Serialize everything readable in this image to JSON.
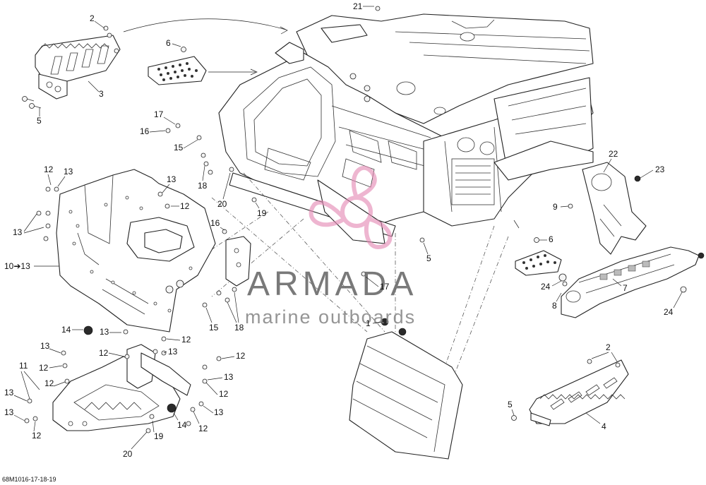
{
  "diagram": {
    "reference_code": "68M1016-17-18-19",
    "watermark": {
      "brand": "ARMADA",
      "tagline": "marine outboards",
      "logo": "pink-propeller-logo"
    },
    "callouts": [
      {
        "label": "21"
      },
      {
        "label": "2"
      },
      {
        "label": "6"
      },
      {
        "label": "3"
      },
      {
        "label": "5"
      },
      {
        "label": "17"
      },
      {
        "label": "16"
      },
      {
        "label": "15"
      },
      {
        "label": "18"
      },
      {
        "label": "20"
      },
      {
        "label": "19"
      },
      {
        "label": "12"
      },
      {
        "label": "13"
      },
      {
        "label": "13"
      },
      {
        "label": "12"
      },
      {
        "label": "13"
      },
      {
        "label": "10➔13"
      },
      {
        "label": "16"
      },
      {
        "label": "15"
      },
      {
        "label": "18"
      },
      {
        "label": "17"
      },
      {
        "label": "1"
      },
      {
        "label": "5"
      },
      {
        "label": "14"
      },
      {
        "label": "13"
      },
      {
        "label": "13"
      },
      {
        "label": "12"
      },
      {
        "label": "12"
      },
      {
        "label": "12"
      },
      {
        "label": "11"
      },
      {
        "label": "13"
      },
      {
        "label": "12"
      },
      {
        "label": "13"
      },
      {
        "label": "13"
      },
      {
        "label": "12"
      },
      {
        "label": "12"
      },
      {
        "label": "12"
      },
      {
        "label": "13"
      },
      {
        "label": "14"
      },
      {
        "label": "19"
      },
      {
        "label": "20"
      },
      {
        "label": "22"
      },
      {
        "label": "23"
      },
      {
        "label": "9"
      },
      {
        "label": "6"
      },
      {
        "label": "24"
      },
      {
        "label": "8"
      },
      {
        "label": "7"
      },
      {
        "label": "24"
      },
      {
        "label": "2"
      },
      {
        "label": "5"
      },
      {
        "label": "4"
      },
      {
        "label": "12"
      },
      {
        "label": "13"
      }
    ]
  }
}
